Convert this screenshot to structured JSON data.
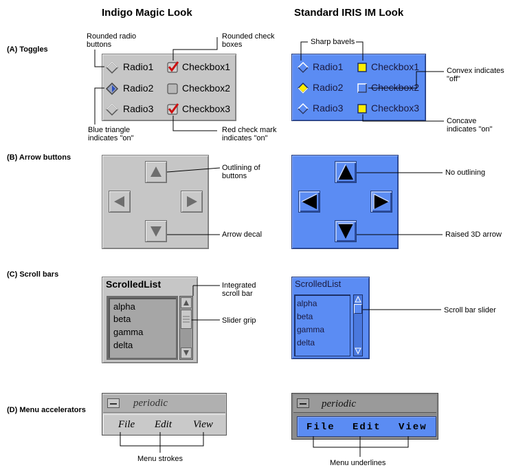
{
  "headers": {
    "left": "Indigo Magic Look",
    "right": "Standard IRIS IM Look"
  },
  "sections": {
    "toggles": "(A) Toggles",
    "arrows": "(B) Arrow buttons",
    "scrollbars": "(C) Scroll bars",
    "menus": "(D) Menu accelerators"
  },
  "toggles": {
    "radios": [
      "Radio1",
      "Radio2",
      "Radio3"
    ],
    "checks": [
      "Checkbox1",
      "Checkbox2",
      "Checkbox3"
    ]
  },
  "callouts": {
    "rounded_radio": "Rounded radio buttons",
    "rounded_check": "Rounded check boxes",
    "blue_triangle": "Blue triangle indicates \"on\"",
    "red_check": "Red check mark indicates \"on\"",
    "sharp_bevels": "Sharp bavels",
    "convex_off": "Convex indicates \"off\"",
    "concave_on": "Concave indicates \"on\"",
    "outlining": "Outlining of buttons",
    "arrow_decal": "Arrow decal",
    "no_outlining": "No outlining",
    "raised_3d": "Raised 3D arrow",
    "integrated_scroll": "Integrated scroll bar",
    "slider_grip": "Slider grip",
    "scroll_slider": "Scroll bar slider",
    "menu_strokes": "Menu strokes",
    "menu_underlines": "Menu underlines"
  },
  "scrolled_list": {
    "title": "ScrolledList",
    "items": [
      "alpha",
      "beta",
      "gamma",
      "delta"
    ]
  },
  "menu": {
    "window_title": "periodic",
    "items": [
      "File",
      "Edit",
      "View"
    ]
  },
  "colors": {
    "blue_panel": "#5b8cf3",
    "gray_panel": "#c6c6c6",
    "check_red": "#cc1111",
    "indicator_yellow": "#ffee00"
  }
}
